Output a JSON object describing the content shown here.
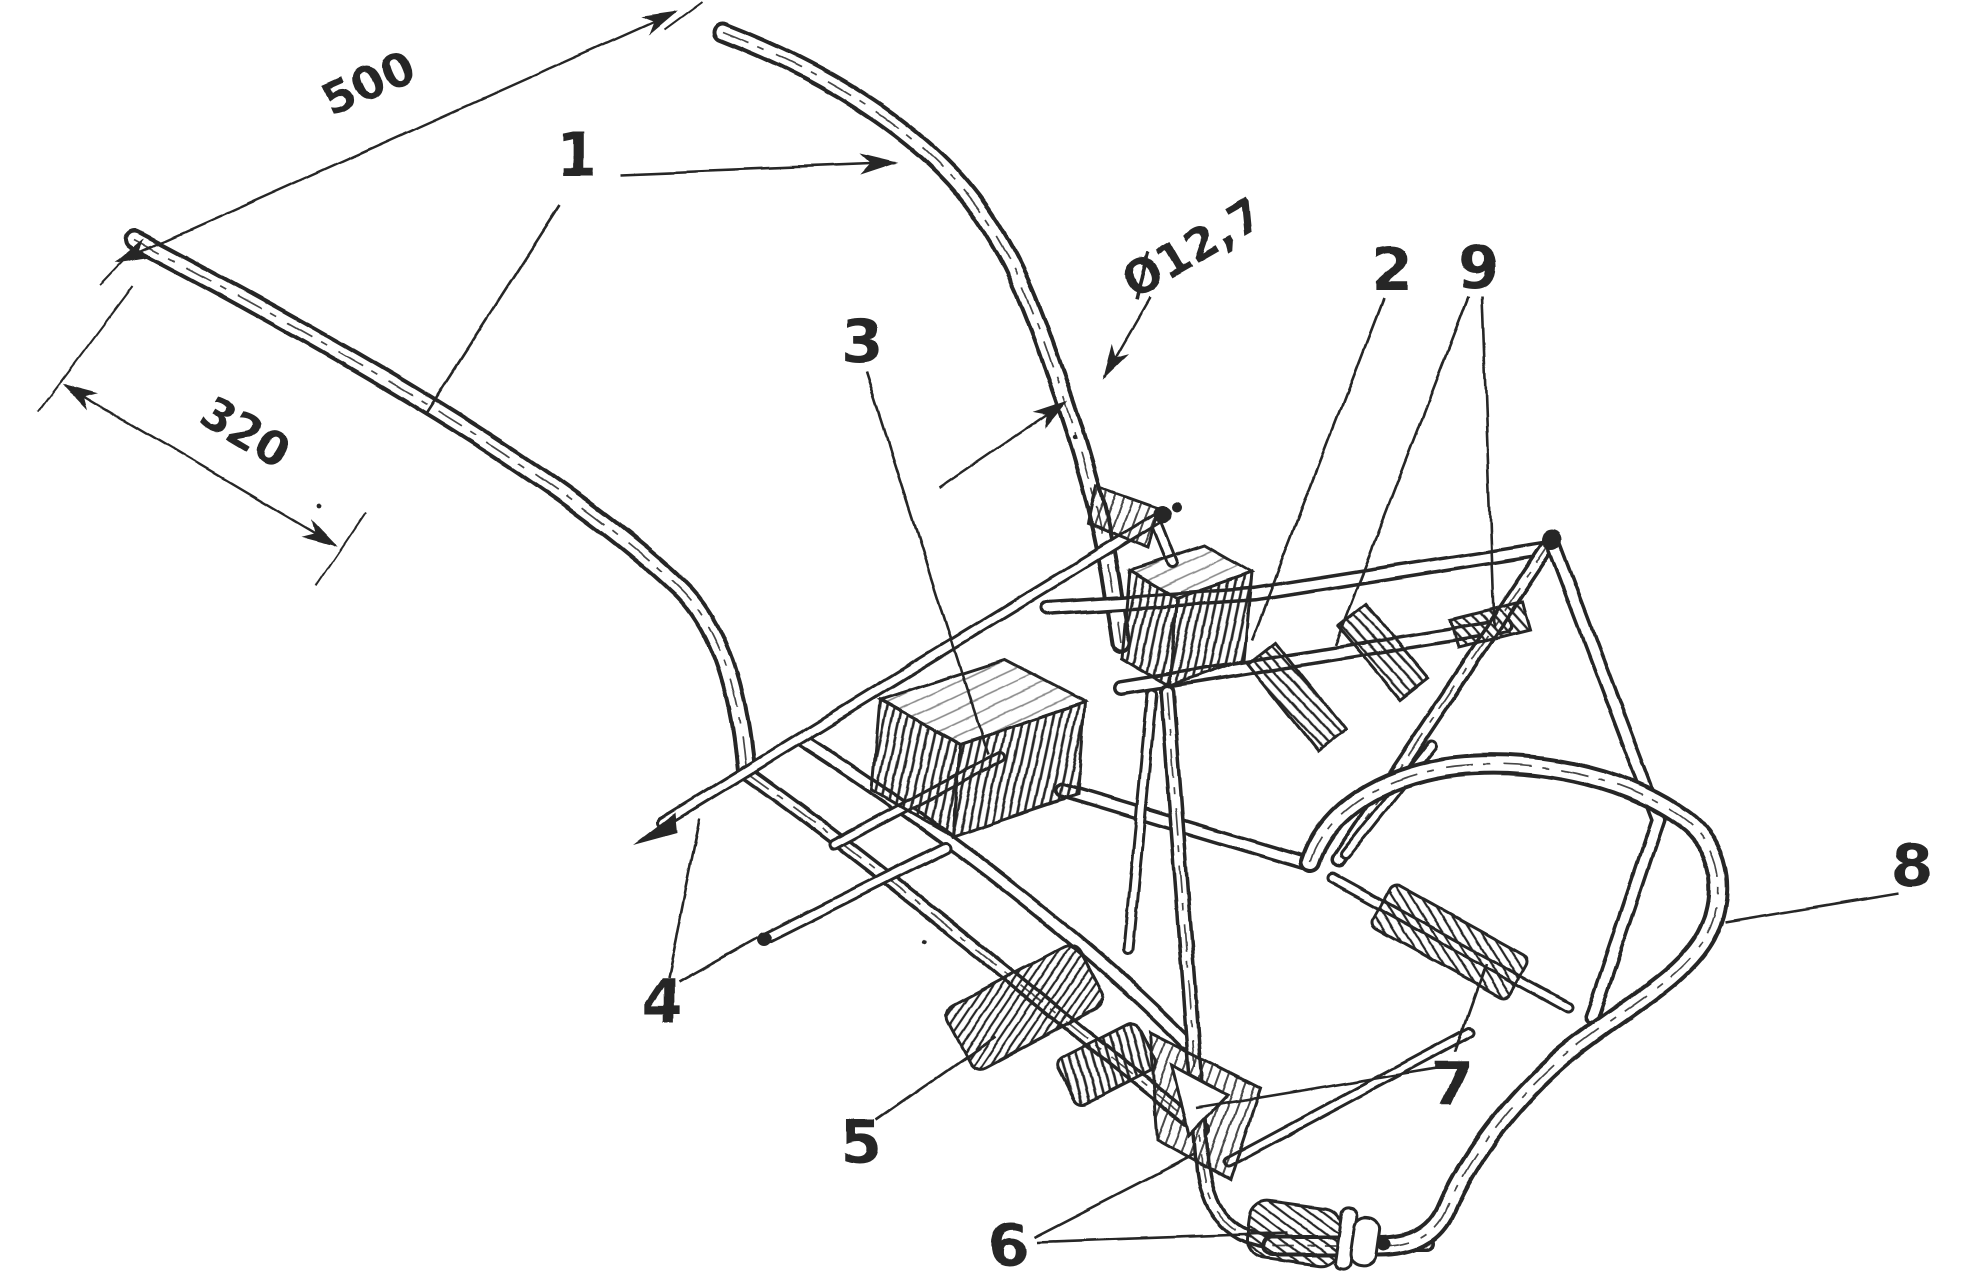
{
  "figure": {
    "colors": {
      "ink": "#272727",
      "paper": "#ffffff"
    },
    "dimensions": {
      "d500": {
        "label": "500"
      },
      "d320": {
        "label": "320"
      },
      "diameter": {
        "label": "Ø12,7"
      }
    },
    "callouts": {
      "c1": {
        "label": "1"
      },
      "c2": {
        "label": "2"
      },
      "c3": {
        "label": "3"
      },
      "c4": {
        "label": "4"
      },
      "c5": {
        "label": "5"
      },
      "c6": {
        "label": "6"
      },
      "c7": {
        "label": "7"
      },
      "c8": {
        "label": "8"
      },
      "c9": {
        "label": "9"
      }
    }
  }
}
